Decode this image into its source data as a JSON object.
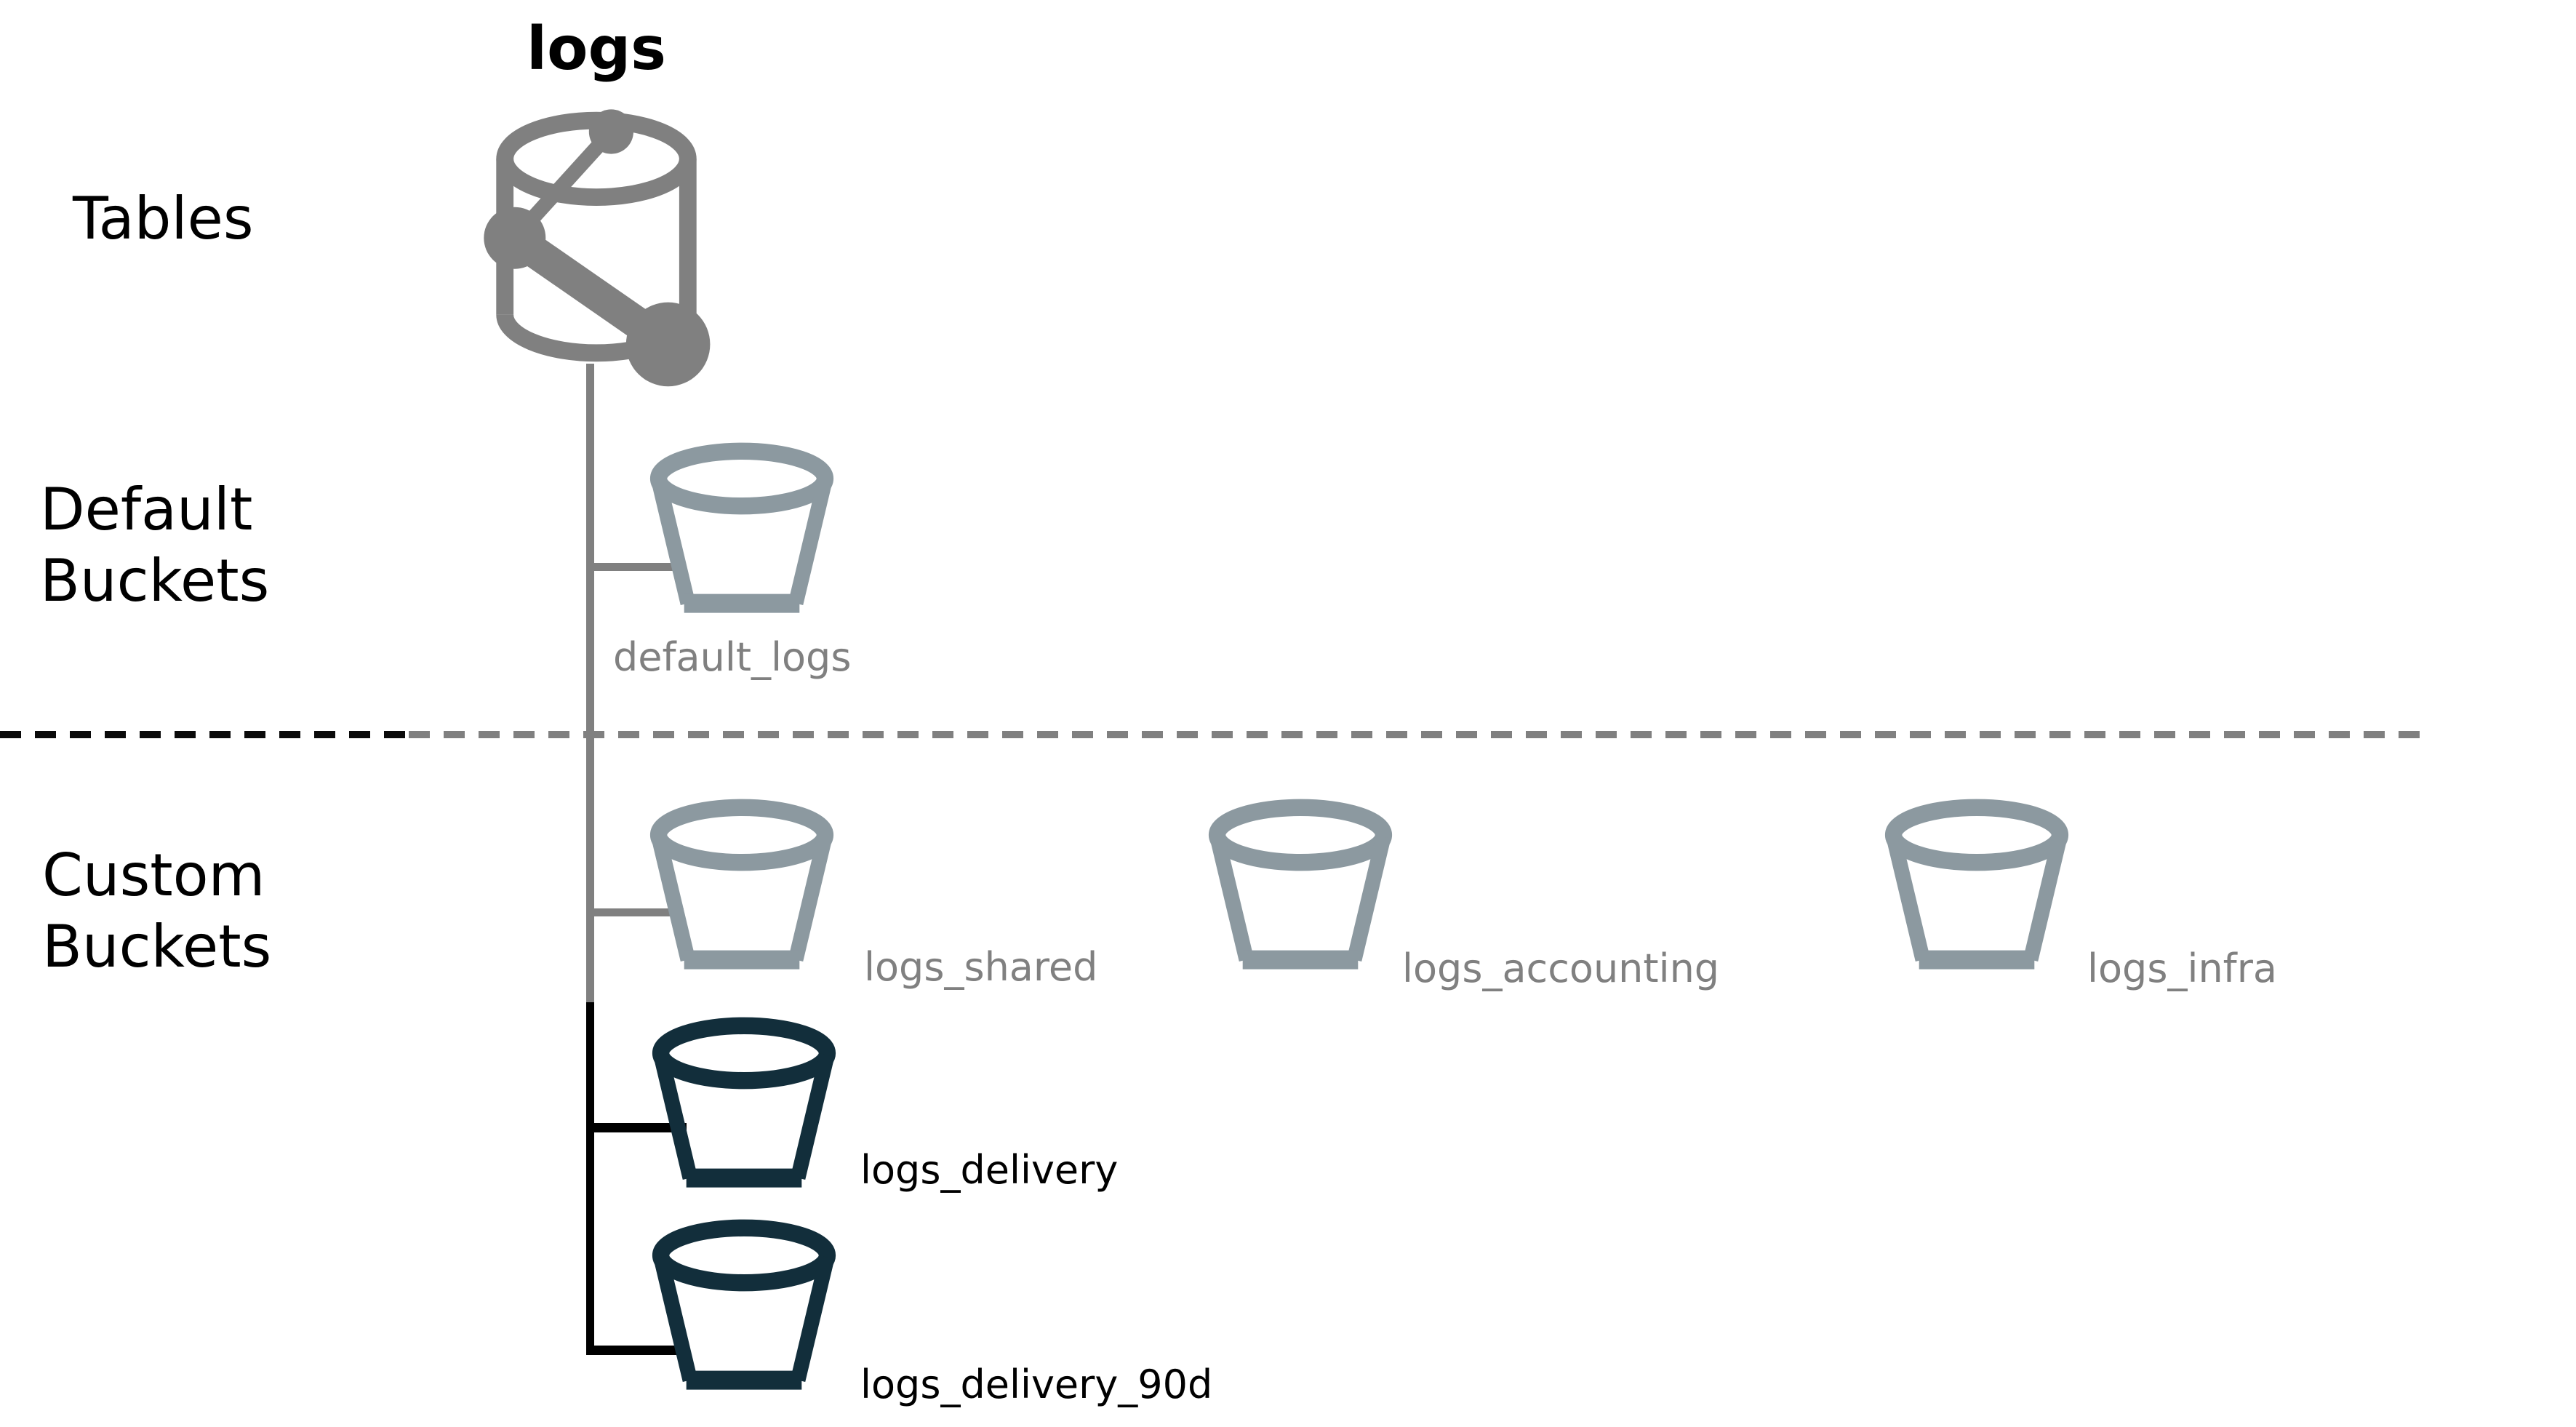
{
  "title": "logs",
  "sections": {
    "tables": "Tables",
    "default_buckets": "Default Buckets",
    "custom_buckets": "Custom Buckets"
  },
  "root": {
    "name": "logs",
    "icon": "table-database-icon"
  },
  "buckets": [
    {
      "name": "default_logs",
      "category": "default",
      "connected": true,
      "icon_color": "#8C99A0",
      "label_color": "#808080"
    },
    {
      "name": "logs_shared",
      "category": "custom",
      "connected": true,
      "icon_color": "#8C99A0",
      "label_color": "#808080"
    },
    {
      "name": "logs_accounting",
      "category": "custom",
      "connected": false,
      "icon_color": "#8C99A0",
      "label_color": "#808080"
    },
    {
      "name": "logs_infra",
      "category": "custom",
      "connected": false,
      "icon_color": "#8C99A0",
      "label_color": "#808080"
    },
    {
      "name": "logs_delivery",
      "category": "custom",
      "connected": true,
      "icon_color": "#122E3B",
      "label_color": "#000000"
    },
    {
      "name": "logs_delivery_90d",
      "category": "custom",
      "connected": true,
      "icon_color": "#122E3B",
      "label_color": "#000000"
    }
  ],
  "colors": {
    "gray": "#808080",
    "slate": "#8C99A0",
    "dark": "#122E3B",
    "black": "#000000",
    "background": "#FFFFFF"
  }
}
